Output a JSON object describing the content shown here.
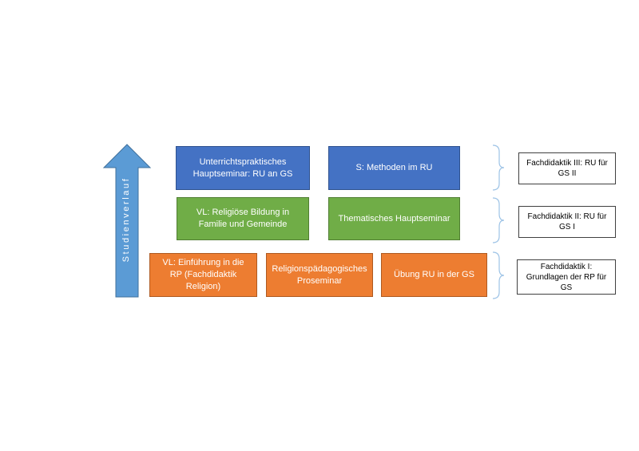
{
  "arrow": {
    "label": "Studienverlauf",
    "color": "#5b9bd5"
  },
  "rows": [
    {
      "level": "III",
      "color": "#4472c4",
      "boxes": [
        {
          "text": "Unterrichtspraktisches Hauptseminar: RU an GS"
        },
        {
          "text": "S: Methoden im RU"
        }
      ],
      "category": "Fachdidaktik III: RU für GS II"
    },
    {
      "level": "II",
      "color": "#70ad47",
      "boxes": [
        {
          "text": "VL: Religiöse Bildung in Familie und Gemeinde"
        },
        {
          "text": "Thematisches Hauptseminar"
        }
      ],
      "category": "Fachdidaktik II: RU für GS I"
    },
    {
      "level": "I",
      "color": "#ed7d31",
      "boxes": [
        {
          "text": "VL: Einführung in die RP (Fachdidaktik Religion)"
        },
        {
          "text": "Religionspädagogisches Proseminar"
        },
        {
          "text": "Übung RU in der GS"
        }
      ],
      "category": "Fachdidaktik I: Grundlagen der RP für GS"
    }
  ]
}
